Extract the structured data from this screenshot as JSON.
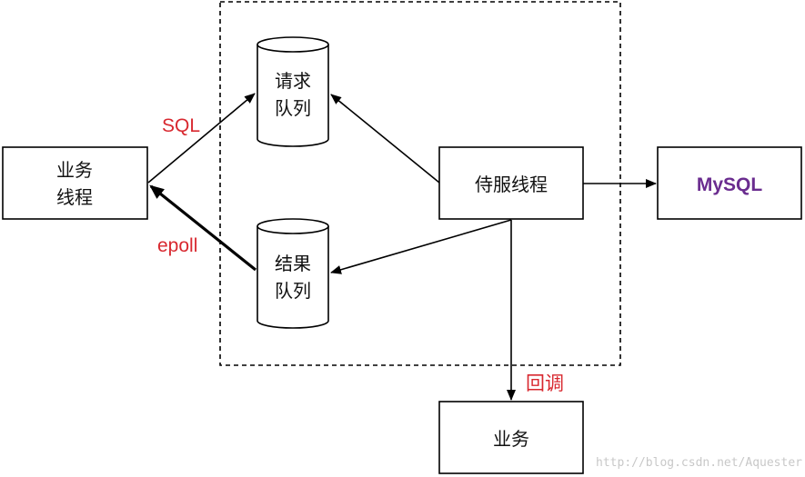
{
  "nodes": {
    "business_thread": [
      "业务",
      "线程"
    ],
    "request_queue": [
      "请求",
      "队列"
    ],
    "result_queue": [
      "结果",
      "队列"
    ],
    "server_thread": "侍服线程",
    "mysql": "MySQL",
    "business": "业务"
  },
  "edges": {
    "sql": "SQL",
    "epoll": "epoll",
    "callback": "回调"
  },
  "watermark": "http://blog.csdn.net/Aquester",
  "colors": {
    "sql_label": "#d8282f",
    "epoll_label": "#d8282f",
    "callback_label": "#d8282f",
    "mysql_label": "#6a2c8f",
    "stroke": "#000000"
  }
}
